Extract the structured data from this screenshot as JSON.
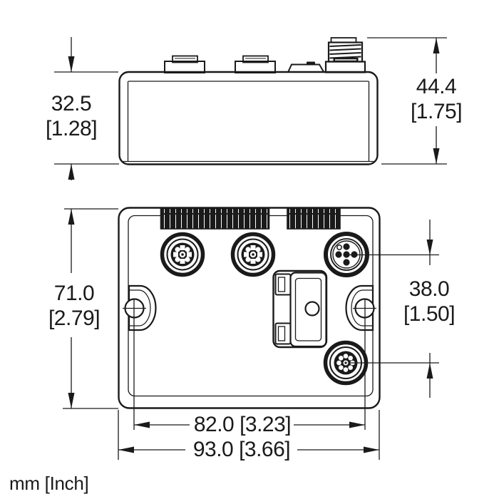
{
  "units_label": "mm [Inch]",
  "dims": {
    "body_height": {
      "mm": "32.5",
      "inch": "[1.28]"
    },
    "overall_height": {
      "mm": "44.4",
      "inch": "[1.75]"
    },
    "front_height": {
      "mm": "71.0",
      "inch": "[2.79]"
    },
    "connector_offset": {
      "mm": "38.0",
      "inch": "[1.50]"
    },
    "hole_spacing": "82.0 [3.23]",
    "overall_width": "93.0 [3.66]"
  },
  "colors": {
    "line": "#1a1a1a",
    "background": "#ffffff"
  }
}
